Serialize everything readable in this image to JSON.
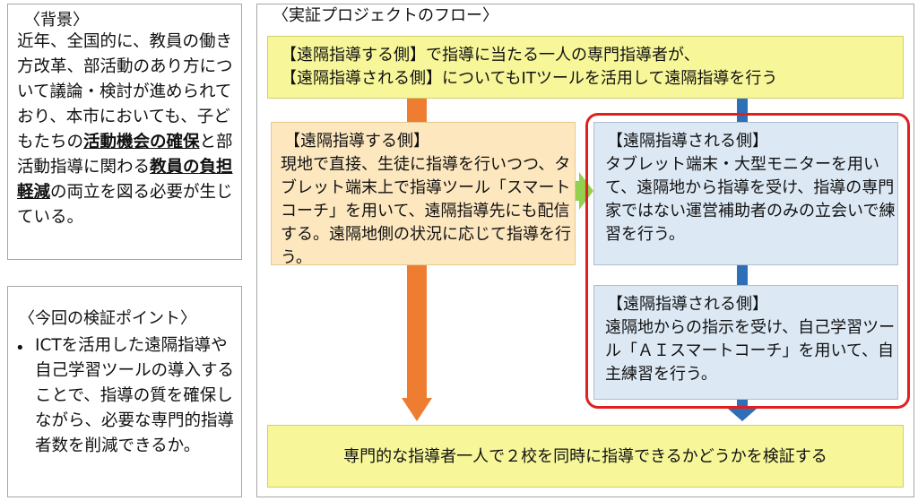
{
  "background": {
    "heading": "〈背景〉",
    "text_before_1": "近年、全国的に、教員の働き方改革、部活動のあり方について議論・検討が進められており、本市においても、子どもたちの",
    "emphasis_1": "活動機会の確保",
    "text_between": "と部活動指導に関わる",
    "emphasis_2": "教員の負担軽減",
    "text_after": "の両立を図る必要が生じている。"
  },
  "verification": {
    "heading": "〈今回の検証ポイント〉",
    "bullet": "•",
    "text": "ICTを活用した遠隔指導や自己学習ツールの導入することで、指導の質を確保しながら、必要な専門的指導者数を削減できるか。"
  },
  "flow": {
    "title": "〈実証プロジェクトのフロー〉",
    "top_text": "【遠隔指導する側】で指導に当たる一人の専門指導者が、\n【遠隔指導される側】についてもITツールを活用して遠隔指導を行う",
    "left_box": {
      "heading": "【遠隔指導する側】",
      "text": "現地で直接、生徒に指導を行いつつ、タブレット端末上で指導ツール「スマートコーチ」を用いて、遠隔指導先にも配信する。遠隔地側の状況に応じて指導を行う。"
    },
    "right_top_box": {
      "heading": "【遠隔指導される側】",
      "text": "タブレット端末・大型モニターを用いて、遠隔地から指導を受け、指導の専門家ではない運営補助者のみの立会いで練習を行う。"
    },
    "right_bottom_box": {
      "heading": "【遠隔指導される側】",
      "text": "遠隔地からの指示を受け、自己学習ツール「ＡＩスマートコーチ」を用いて、自主練習を行う。"
    },
    "bottom_text": "専門的な指導者一人で２校を同時に指導できるかどうかを検証する"
  },
  "colors": {
    "yellow": "#f7f79a",
    "peach": "#fde7bf",
    "light_blue": "#dce8f4",
    "orange_arrow": "#ee7d31",
    "blue_arrow": "#2e6fb8",
    "green_arrow": "#92d050",
    "red_outline": "#e02020"
  }
}
